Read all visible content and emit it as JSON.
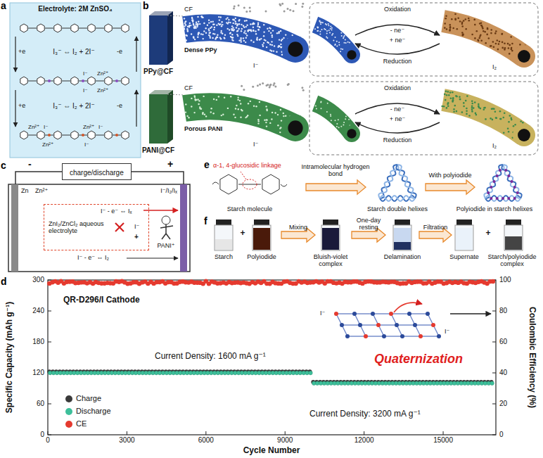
{
  "diagram": {
    "nodes": [
      {
        "text": [
          "Electrolyte: 2M ZnSO₄",
          "+e",
          "I₃⁻ ⇔ I₂ + 2I⁻",
          "-e",
          "I⁻",
          "Zn²⁺",
          "I⁻",
          "Zn²⁺",
          "+e",
          "I₃⁻ ⇔ I₂ + 2I⁻",
          "-e",
          "Zn²⁺",
          "I⁻",
          "Zn²⁺",
          "I⁻",
          "Zn²⁺",
          "I⁻"
        ]
      },
      {
        "text": [
          "charge/discharge"
        ]
      },
      {
        "text": [
          "I⁻ - e⁻ ⇔ Iₓ",
          "ZnI₂/ZnCl₂ aqueous electrolyte",
          "I⁻",
          "+"
        ]
      }
    ],
    "labels": [
      "a",
      "b",
      "PPy@CF",
      "CF",
      "Dense PPy",
      "I⁻",
      "Oxidation",
      "- ne⁻",
      "+ ne⁻",
      "Reduction",
      "I₂",
      "PANI@CF",
      "CF",
      "Porous PANI",
      "I⁻",
      "Oxidation",
      "- ne⁻",
      "+ ne⁻",
      "Reduction",
      "I₂",
      "c",
      "-",
      "+",
      "Zn",
      "Zn²⁺",
      "I⁻/I₂/Iₓ",
      "PANI⁺",
      "I⁻ - e⁻ ⇔ I₂",
      "e",
      "α-1, 4-glucosidic linkage",
      "Starch molecule",
      "Intramolecular hydrogen bond",
      "Starch double helixes",
      "With polyiodide",
      "Polyiodide in starch helixes",
      "f",
      "Starch",
      "+",
      "Polyiodide",
      "Mixing",
      "Bluish-violet complex",
      "One-day resting",
      "Delamination",
      "Filtration",
      "Supernate",
      "+",
      "Starch/polyiodide complex",
      "d",
      "Specific Capacity (mAh g⁻¹)",
      "Coulombic Efficiency (%)",
      "0",
      "60",
      "120",
      "180",
      "240",
      "300",
      "0",
      "20",
      "40",
      "60",
      "80",
      "100",
      "0",
      "3000",
      "6000",
      "9000",
      "12000",
      "15000",
      "Cycle Number",
      "QR-D296/I Cathode",
      "Current Density: 1600 mA g⁻¹",
      "Current Density: 3200 mA g⁻¹",
      "Quaternization",
      "I⁻",
      "I⁻"
    ],
    "legend": [
      {
        "text": "Charge",
        "color": "#3a3a3a"
      },
      {
        "text": "Discharge",
        "color": "#3dbf9a"
      },
      {
        "text": "CE",
        "color": "#e53a2f"
      }
    ]
  }
}
